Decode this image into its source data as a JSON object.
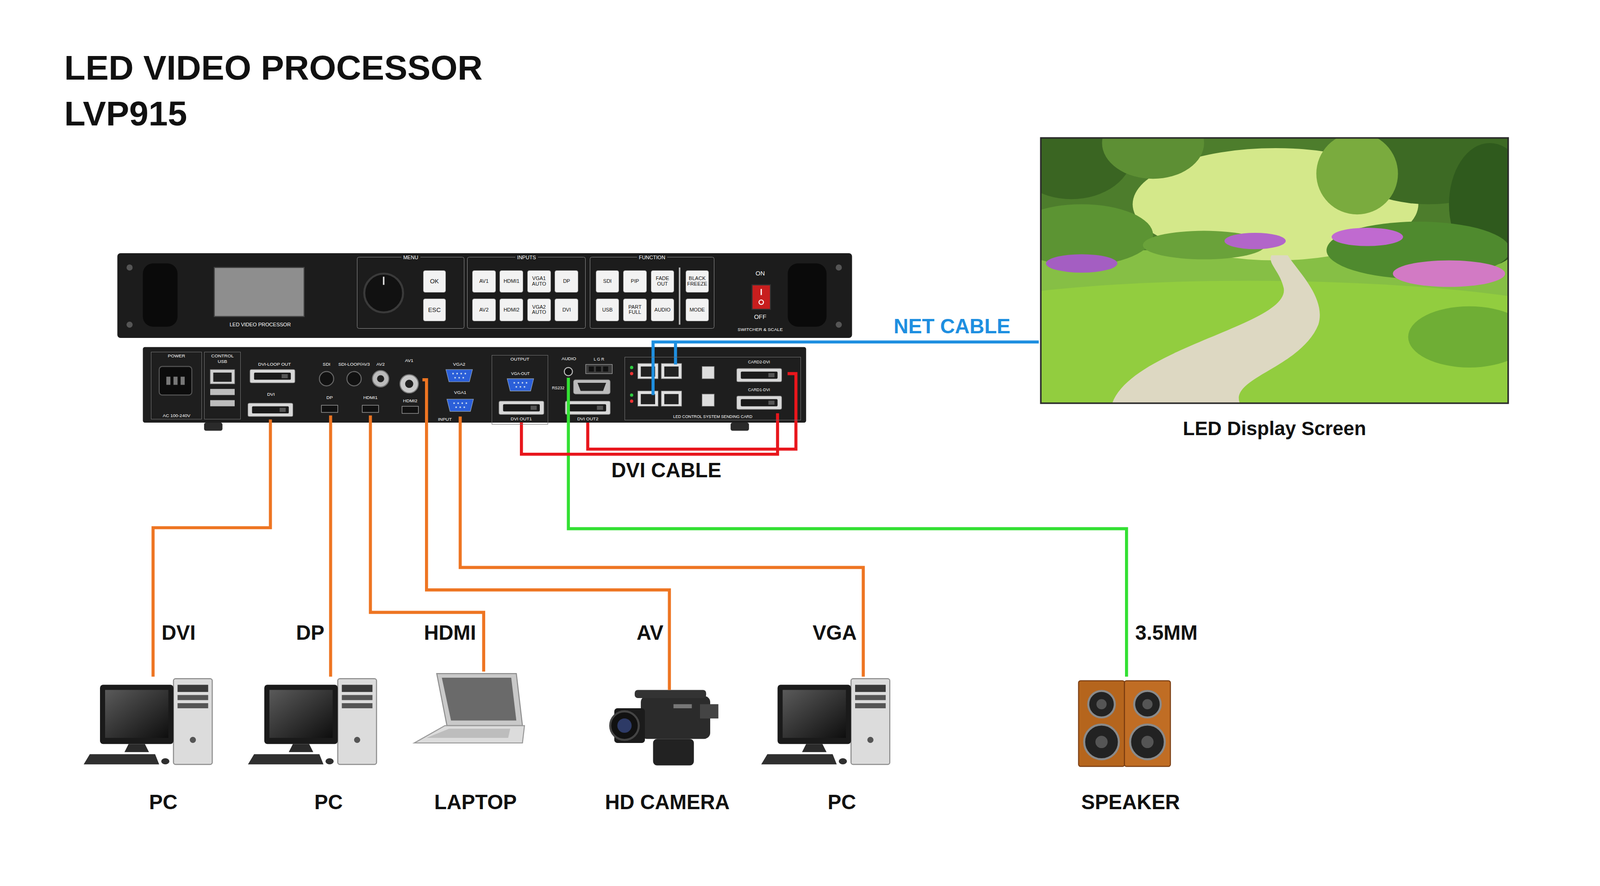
{
  "diagram": {
    "title": "LED VIDEO PROCESSOR LVP915",
    "nodes": [
      {
        "text": [
          "MENU"
        ]
      },
      {
        "text": [
          "OK"
        ],
        "in": 0
      },
      {
        "text": [
          "ESC"
        ],
        "in": 0
      },
      {
        "text": [
          "INPUTS"
        ]
      },
      {
        "text": [
          "AV1"
        ],
        "in": 3
      },
      {
        "text": [
          "HDMI1"
        ],
        "in": 3
      },
      {
        "text": [
          "VGA1 AUTO"
        ],
        "in": 3
      },
      {
        "text": [
          "DP"
        ],
        "in": 3
      },
      {
        "text": [
          "AV2"
        ],
        "in": 3
      },
      {
        "text": [
          "HDMI2"
        ],
        "in": 3
      },
      {
        "text": [
          "VGA2 AUTO"
        ],
        "in": 3
      },
      {
        "text": [
          "DVI"
        ],
        "in": 3
      },
      {
        "text": [
          "FUNCTION"
        ]
      },
      {
        "text": [
          "SDI"
        ],
        "in": 12
      },
      {
        "text": [
          "PIP"
        ],
        "in": 12
      },
      {
        "text": [
          "FADE OUT"
        ],
        "in": 12
      },
      {
        "text": [
          "BLACK FREEZE"
        ],
        "in": 12
      },
      {
        "text": [
          "USB"
        ],
        "in": 12
      },
      {
        "text": [
          "PART FULL"
        ],
        "in": 12
      },
      {
        "text": [
          "AUDIO"
        ],
        "in": 12
      },
      {
        "text": [
          "MODE"
        ],
        "in": 12
      },
      {
        "text": [
          "POWER",
          "AC 100-240V"
        ]
      },
      {
        "text": [
          "CONTROL",
          "USB"
        ]
      },
      {
        "text": [
          "DVI"
        ]
      },
      {
        "text": [
          "DP"
        ]
      },
      {
        "text": [
          "HDMI1"
        ]
      },
      {
        "text": [
          "AV1"
        ]
      },
      {
        "text": [
          "VGA1"
        ]
      },
      {
        "text": [
          "OUTPUT"
        ]
      },
      {
        "text": [
          "DVI OUT1"
        ],
        "in": 28
      },
      {
        "text": [
          "AUDIO"
        ]
      },
      {
        "text": [
          "DVI OUT2"
        ]
      },
      {
        "text": [
          "LED CONTROL SYSTEM SENDING CARD"
        ]
      },
      {
        "text": [
          "CARD2-DVI"
        ],
        "in": 32
      },
      {
        "text": [
          "CARD1-DVI"
        ],
        "in": 32
      },
      {
        "text": [
          "LED Display Screen"
        ]
      },
      {
        "text": [
          "PC"
        ]
      },
      {
        "text": [
          "PC"
        ]
      },
      {
        "text": [
          "LAPTOP"
        ]
      },
      {
        "text": [
          "HD CAMERA"
        ]
      },
      {
        "text": [
          "PC"
        ]
      },
      {
        "text": [
          "SPEAKER"
        ]
      }
    ],
    "edges": [
      {
        "from": 23,
        "to": 36,
        "label": "DVI",
        "arrow": "none"
      },
      {
        "from": 24,
        "to": 37,
        "label": "DP",
        "arrow": "none"
      },
      {
        "from": 25,
        "to": 38,
        "label": "HDMI",
        "arrow": "none"
      },
      {
        "from": 26,
        "to": 39,
        "label": "AV",
        "arrow": "none"
      },
      {
        "from": 27,
        "to": 40,
        "label": "VGA",
        "arrow": "none"
      },
      {
        "from": 30,
        "to": 41,
        "label": "3.5MM",
        "arrow": "none"
      },
      {
        "from": 32,
        "to": 35,
        "label": "NET CABLE",
        "arrow": "none"
      },
      {
        "from": 29,
        "to": 34,
        "label": "DVI CABLE",
        "arrow": "none"
      },
      {
        "from": 31,
        "to": 33,
        "arrow": "none"
      }
    ],
    "labels": [
      "ON",
      "OFF",
      "SWITCHER & SCALE",
      "LED VIDEO PROCESSOR",
      "DVI-LOOP OUT",
      "SDI",
      "SDI-LOOP/AV3",
      "AV2",
      "VGA2",
      "INPUT",
      "HDMI2",
      "VGA-OUT",
      "L G R",
      "RS232"
    ]
  }
}
